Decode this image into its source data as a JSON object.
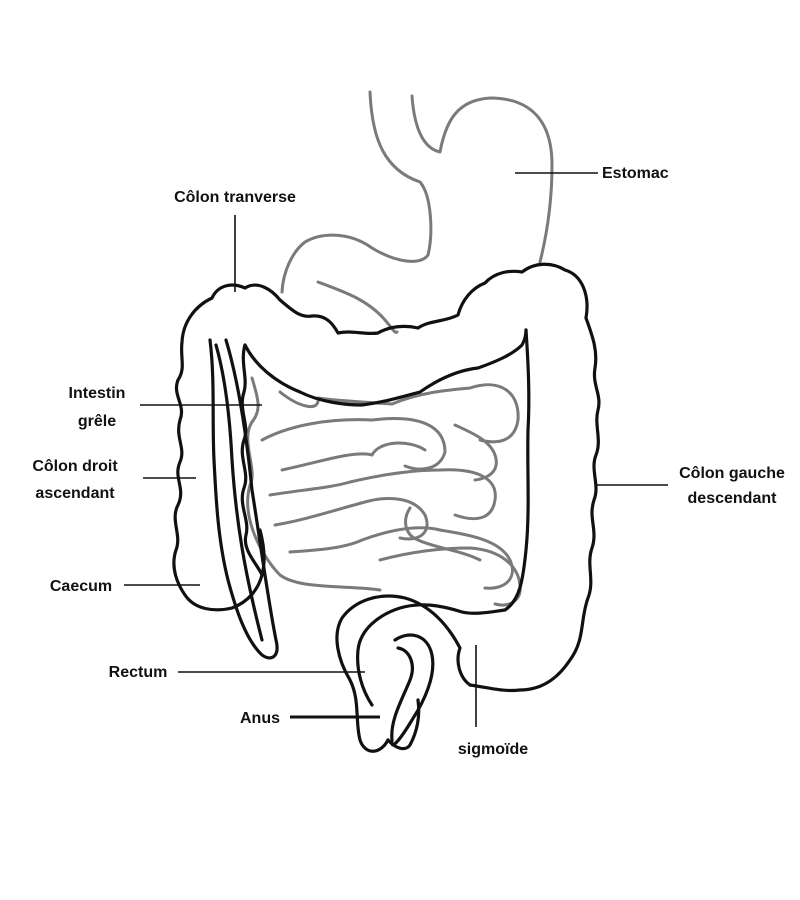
{
  "labels": {
    "colon_transverse": "Côlon tranverse",
    "estomac": "Estomac",
    "intestin_line1": "Intestin",
    "intestin_line2": "grêle",
    "colon_droit_line1": "Côlon droit",
    "colon_droit_line2": "ascendant",
    "caecum": "Caecum",
    "colon_gauche_line1": "Côlon gauche",
    "colon_gauche_line2": "descendant",
    "rectum": "Rectum",
    "anus": "Anus",
    "sigmoide": "sigmoïde"
  },
  "colors": {
    "outline": "#111111",
    "small_intestine_and_stomach": "#7a7a7a",
    "background": "#ffffff"
  }
}
